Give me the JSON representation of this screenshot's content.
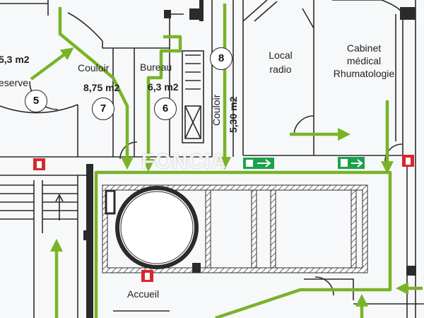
{
  "colors": {
    "wall": "#2b2b2b",
    "arrow": "#78b428",
    "exit_sign": "#1aa34a",
    "extinguisher": "#d9262b",
    "background": "#f7f8f9"
  },
  "rooms": {
    "reserve": {
      "area": "5,3 m2",
      "name": "eserve",
      "number": "5"
    },
    "couloir_left": {
      "name": "Couloir",
      "area": "8,75 m2",
      "number": "7"
    },
    "bureau": {
      "name": "Bureau",
      "area": "6,3 m2",
      "number": "6"
    },
    "couloir_vertical": {
      "name": "Couloir",
      "area": "5,30 m2",
      "number": "8"
    },
    "local_radio": {
      "line1": "Local",
      "line2": "radio"
    },
    "cabinet": {
      "line1": "Cabinet",
      "line2": "médical",
      "line3": "Rhumatologie"
    },
    "accueil": {
      "name": "Accueil"
    }
  },
  "watermark": "FONCIA",
  "icons": [
    "fire-extinguisher-icon",
    "emergency-exit-sign-icon",
    "escape-route-arrow-icon"
  ]
}
